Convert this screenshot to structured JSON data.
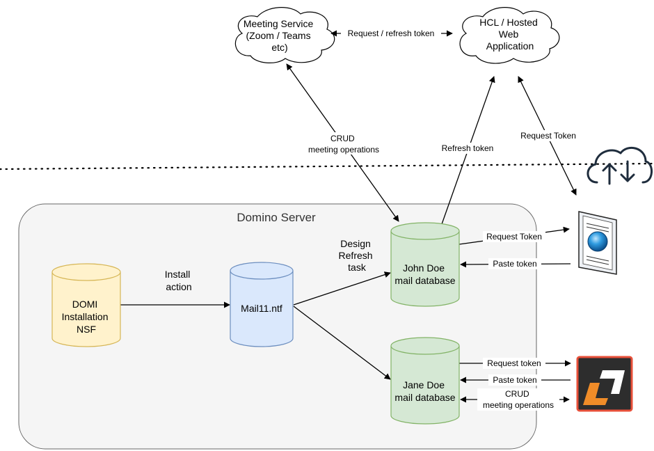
{
  "server": {
    "title": "Domino Server"
  },
  "clouds": {
    "meeting": [
      "Meeting Service",
      "(Zoom / Teams",
      "etc)"
    ],
    "hcl": [
      "HCL / Hosted",
      "Web",
      "Application"
    ]
  },
  "databases": {
    "domi": [
      "DOMI",
      "Installation",
      "NSF"
    ],
    "mail11": [
      "Mail11.ntf"
    ],
    "john": [
      "John Doe",
      "mail database"
    ],
    "jane": [
      "Jane Doe",
      "mail database"
    ]
  },
  "edge_labels": {
    "request_refresh": "Request / refresh token",
    "crud_top": [
      "CRUD",
      "meeting operations"
    ],
    "refresh_token": "Refresh token",
    "request_token_top": "Request Token",
    "install_action": [
      "Install",
      "action"
    ],
    "design_refresh": [
      "Design",
      "Refresh",
      "task"
    ],
    "john_request_token": "Request Token",
    "john_paste_token": "Paste token",
    "jane_request_token": "Request token",
    "jane_paste_token": "Paste token",
    "jane_crud": [
      "CRUD",
      "meeting operations"
    ]
  },
  "icons": {
    "cloud_sync": "cloud-sync-icon",
    "browser_client": "web-browser-document-icon",
    "desktop_client": "desktop-app-logo-icon"
  },
  "colors": {
    "domi_fill": "#fff2cc",
    "domi_stroke": "#d6b656",
    "mail11_fill": "#dae8fc",
    "mail11_stroke": "#6c8ebf",
    "mail_fill": "#d5e8d4",
    "mail_stroke": "#82b366",
    "server_fill": "#f5f5f5",
    "server_stroke": "#666666",
    "app_logo_bg": "#2d2d2d",
    "app_logo_border": "#e8503a",
    "app_logo_accent": "#f08c28"
  }
}
